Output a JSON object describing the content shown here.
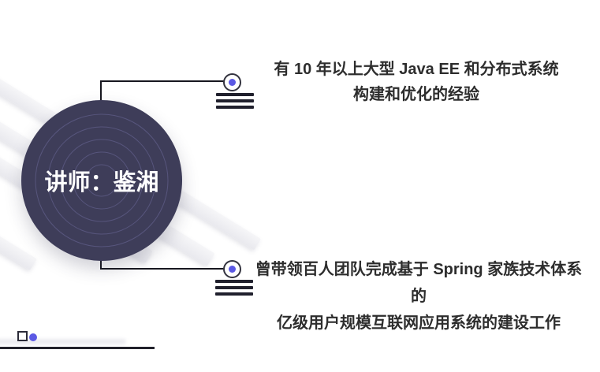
{
  "slide": {
    "instructor": {
      "label": "讲师：鉴湘"
    },
    "points": [
      {
        "line1": "有 10 年以上大型 Java EE 和分布式系统",
        "line2": "构建和优化的经验"
      },
      {
        "line1": "曾带领百人团队完成基于 Spring 家族技术体系的",
        "line2": "亿级用户规模互联网应用系统的建设工作"
      }
    ],
    "icons": {
      "bullet_marker": "ring-dot-icon",
      "text_block_marker": "triple-line-icon",
      "footer_square": "square-outline-icon",
      "footer_dot": "accent-dot-icon"
    },
    "colors": {
      "background": "#ffffff",
      "circle_fill": "#3e3d59",
      "ring_stroke": "#7a78ad",
      "accent": "#5b59e4",
      "icon_dark": "#20202d",
      "connector": "#17171f",
      "body_text": "#2d2d2d",
      "instructor_text": "#ffffff",
      "decor_bar": "#efeff2"
    }
  }
}
